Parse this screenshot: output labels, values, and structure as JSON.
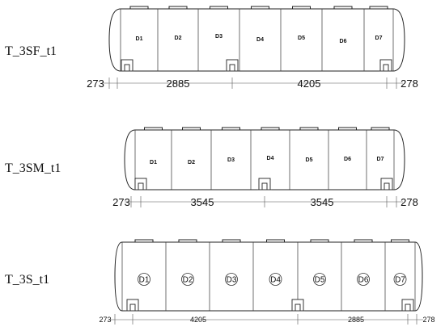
{
  "tanks": [
    {
      "label": "T_3SF_t1",
      "compartments": [
        "D1",
        "D2",
        "D3",
        "D4",
        "D5",
        "D6",
        "D7"
      ],
      "compartment_label_style": "plain",
      "dimensions": [
        "273",
        "2885",
        "4205",
        "278"
      ]
    },
    {
      "label": "T_3SM_t1",
      "compartments": [
        "D1",
        "D2",
        "D3",
        "D4",
        "D5",
        "D6",
        "D7"
      ],
      "compartment_label_style": "plain",
      "dimensions": [
        "273",
        "3545",
        "3545",
        "278"
      ]
    },
    {
      "label": "T_3S_t1",
      "compartments": [
        "D1",
        "D2",
        "D3",
        "D4",
        "D5",
        "D6",
        "D7"
      ],
      "compartment_label_style": "circled",
      "dimensions": [
        "273",
        "4205",
        "2885",
        "278"
      ]
    }
  ]
}
